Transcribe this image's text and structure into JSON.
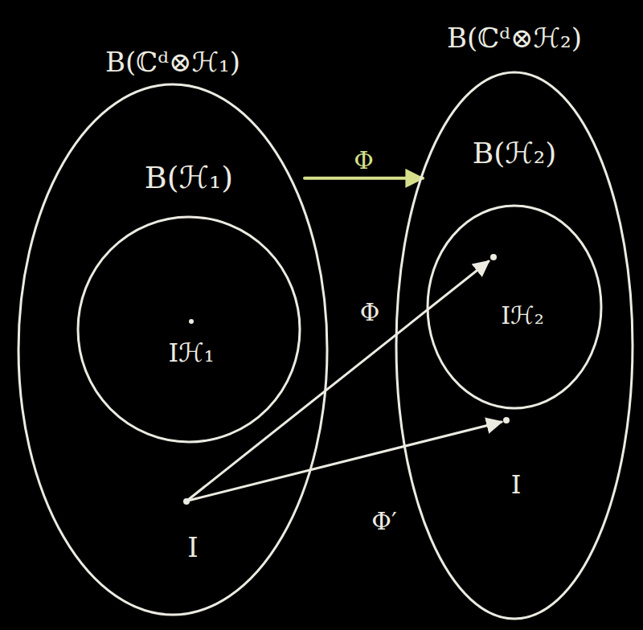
{
  "diagram": {
    "nodes": [
      {
        "text": [
          "B(ℂᵈ⊗ℋ₁)"
        ]
      },
      {
        "text": [
          "B(ℋ₁)"
        ],
        "in": 0
      },
      {
        "text": [
          "B(ℂᵈ⊗ℋ₂)"
        ]
      },
      {
        "text": [
          "B(ℋ₂)"
        ],
        "in": 2
      }
    ],
    "edges": [
      {
        "from": 1,
        "to": 3,
        "arrow": "to",
        "label": "Φ"
      }
    ],
    "labels": [
      "Iℋ₁",
      "Iℋ₂",
      "I",
      "I",
      "Φ",
      "Φ′"
    ]
  }
}
